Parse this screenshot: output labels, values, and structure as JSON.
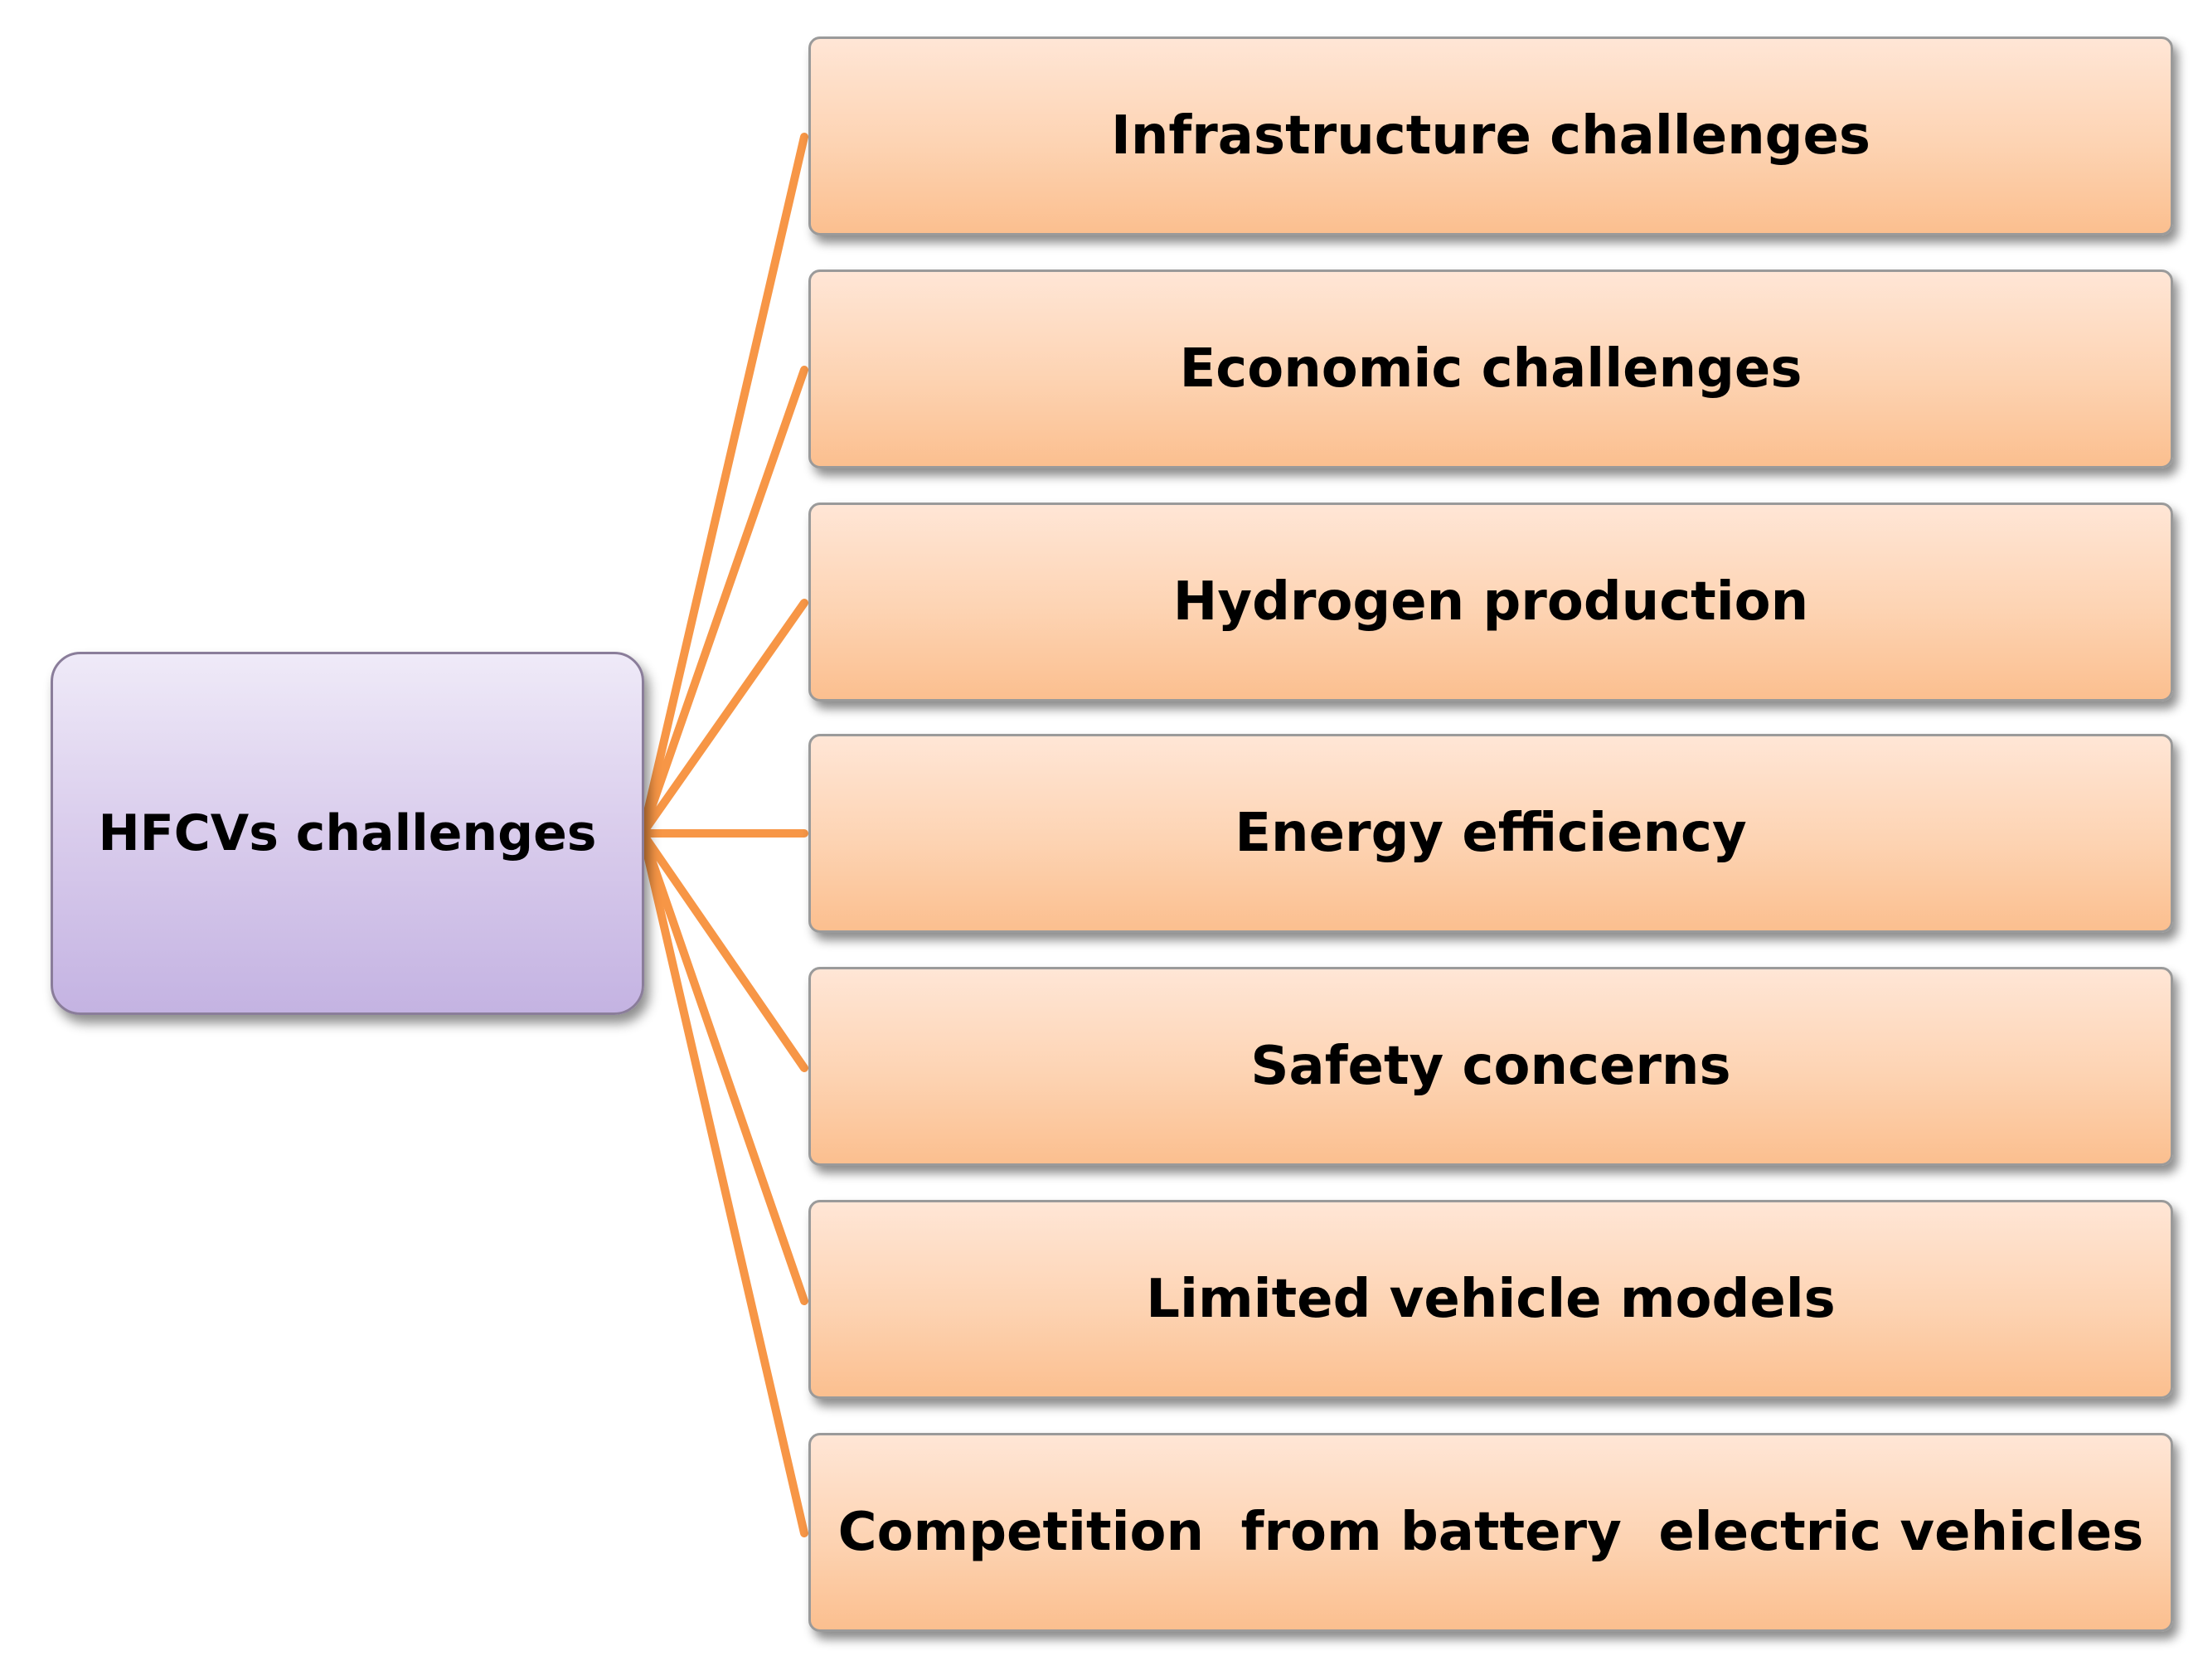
{
  "diagram": {
    "root": {
      "label": "HFCVs challenges"
    },
    "branches": [
      {
        "label": "Infrastructure challenges"
      },
      {
        "label": "Economic challenges"
      },
      {
        "label": "Hydrogen production"
      },
      {
        "label": "Energy efficiency"
      },
      {
        "label": "Safety concerns"
      },
      {
        "label": "Limited vehicle models"
      },
      {
        "label": "Competition  from battery  electric vehicles"
      }
    ],
    "colors": {
      "connector": "#F79646",
      "root_fill": "#D9CCEC",
      "branch_fill": "#FDD3B2"
    }
  }
}
